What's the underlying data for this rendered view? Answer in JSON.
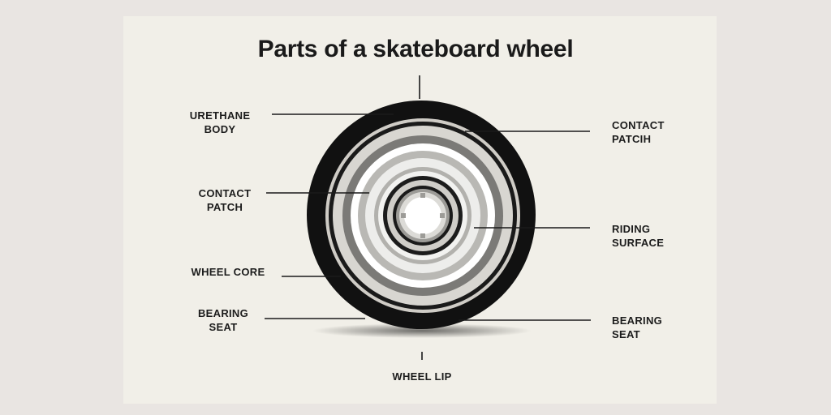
{
  "title": "Parts of a skateboard wheel",
  "labels": {
    "urethane_body": "URETHANE\nBODY",
    "contact_patch_left": "CONTACT\nPATCH",
    "wheel_core": "WHEEL CORE",
    "bearing_seat_left": "BEARING\nSEAT",
    "contact_patch_right": "CONTACT\nPATCIH",
    "riding_surface": "RIDING\nSURFACE",
    "bearing_seat_right": "BEARING\nSEAT",
    "wheel_lip": "WHEEL LIP"
  }
}
